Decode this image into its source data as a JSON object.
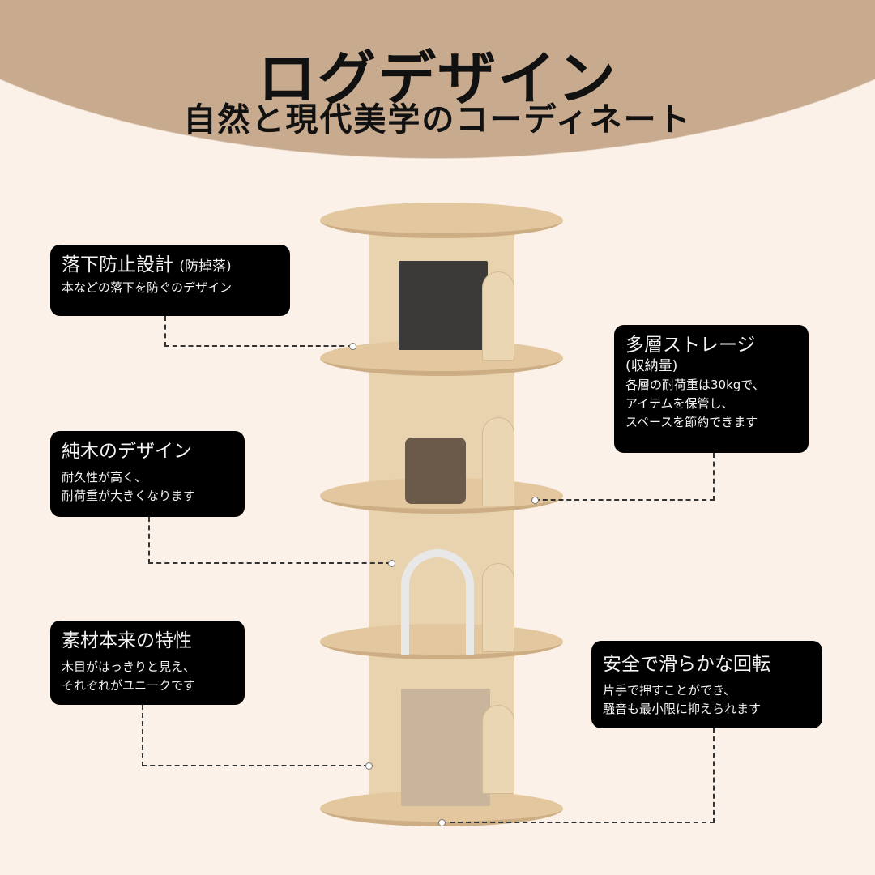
{
  "header": {
    "title": "ログデザイン",
    "subtitle": "自然と現代美学のコーディネート"
  },
  "colors": {
    "background": "#fbf1e8",
    "header": "#c8ab8f",
    "callout": "#000000",
    "wood": "#e2c79f"
  },
  "callouts": [
    {
      "heading": "落下防止設計",
      "heading_note": "(防掉落)",
      "body": "本などの落下を防ぐのデザイン"
    },
    {
      "heading": "純木のデザイン",
      "body": "耐久性が高く、\n耐荷重が大きくなります"
    },
    {
      "heading": "素材本来の特性",
      "body": "木目がはっきりと見え、\nそれぞれがユニークです"
    },
    {
      "heading": "多層ストレージ",
      "heading_note": "(収納量)",
      "body": "各層の耐荷重は30kgで、\nアイテムを保管し、\nスペースを節約できます"
    },
    {
      "heading": "安全で滑らかな回転",
      "body": "片手で押すことができ、\n騒音も最小限に抑えられます"
    }
  ]
}
